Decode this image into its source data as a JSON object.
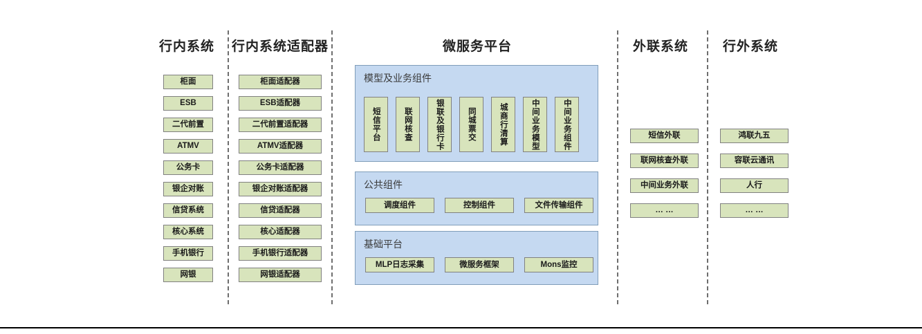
{
  "diagram": {
    "columns": [
      {
        "id": "internal-systems",
        "title": "行内系统"
      },
      {
        "id": "internal-adapters",
        "title": "行内系统适配器"
      },
      {
        "id": "microservice-platform",
        "title": "微服务平台"
      },
      {
        "id": "external-link-systems",
        "title": "外联系统"
      },
      {
        "id": "outside-bank-systems",
        "title": "行外系统"
      }
    ],
    "internal_systems": [
      "柜面",
      "ESB",
      "二代前置",
      "ATMV",
      "公务卡",
      "银企对账",
      "信贷系统",
      "核心系统",
      "手机银行",
      "网银"
    ],
    "internal_adapters": [
      "柜面适配器",
      "ESB适配器",
      "二代前置适配器",
      "ATMV适配器",
      "公务卡适配器",
      "银企对账适配器",
      "信贷适配器",
      "核心适配器",
      "手机银行适配器",
      "网银适配器"
    ],
    "model_panel": {
      "title": "模型及业务组件",
      "items": [
        "短信平台",
        "联网核查",
        "银联及银行卡",
        "同城票交",
        "城商行清算",
        "中间业务模型",
        "中间业务组件"
      ]
    },
    "common_panel": {
      "title": "公共组件",
      "items": [
        "调度组件",
        "控制组件",
        "文件传输组件"
      ]
    },
    "base_panel": {
      "title": "基础平台",
      "items": [
        "MLP日志采集",
        "微服务框架",
        "Mons监控"
      ]
    },
    "external_link_systems": [
      "短信外联",
      "联网核查外联",
      "中间业务外联",
      "… …"
    ],
    "outside_bank_systems": [
      "鸿联九五",
      "容联云通讯",
      "人行",
      "… …"
    ],
    "colors": {
      "node_fill": "#d8e4bc",
      "node_border": "#808080",
      "panel_fill": "#c5d9f1",
      "panel_border": "#7f9db9",
      "divider": "#6e6e6e",
      "text": "#1a1a1a"
    }
  }
}
